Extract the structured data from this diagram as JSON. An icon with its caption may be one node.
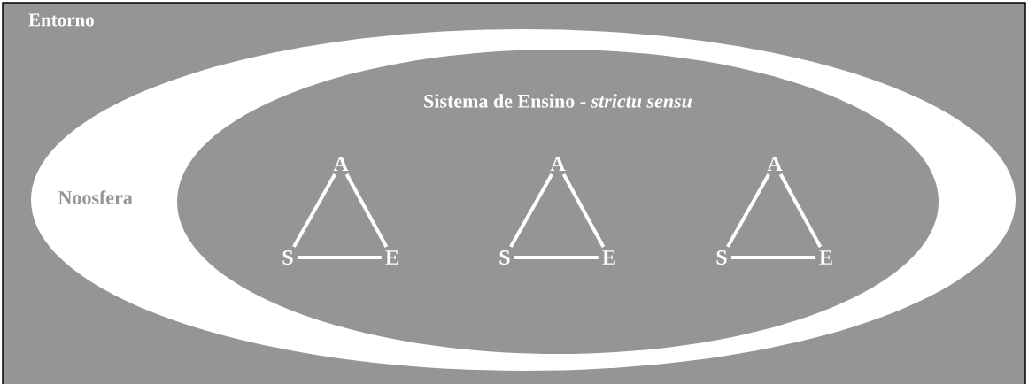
{
  "diagram": {
    "nodes": [
      {
        "text": [
          "Entorno"
        ]
      },
      {
        "text": [
          "Noosfera"
        ],
        "in": 0
      },
      {
        "text": [
          "Sistema de Ensino - *strictu sensu*"
        ],
        "in": 1
      },
      {
        "text": [
          "A"
        ],
        "in": 2
      },
      {
        "text": [
          "S"
        ],
        "in": 2
      },
      {
        "text": [
          "E"
        ],
        "in": 2
      },
      {
        "text": [
          "A"
        ],
        "in": 2
      },
      {
        "text": [
          "S"
        ],
        "in": 2
      },
      {
        "text": [
          "E"
        ],
        "in": 2
      },
      {
        "text": [
          "A"
        ],
        "in": 2
      },
      {
        "text": [
          "S"
        ],
        "in": 2
      },
      {
        "text": [
          "E"
        ],
        "in": 2
      }
    ],
    "edges": [
      {
        "from": 3,
        "to": 4,
        "arrow": "none"
      },
      {
        "from": 3,
        "to": 5,
        "arrow": "none"
      },
      {
        "from": 4,
        "to": 5,
        "arrow": "none"
      },
      {
        "from": 6,
        "to": 7,
        "arrow": "none"
      },
      {
        "from": 6,
        "to": 8,
        "arrow": "none"
      },
      {
        "from": 7,
        "to": 8,
        "arrow": "none"
      },
      {
        "from": 9,
        "to": 10,
        "arrow": "none"
      },
      {
        "from": 9,
        "to": 11,
        "arrow": "none"
      },
      {
        "from": 10,
        "to": 11,
        "arrow": "none"
      }
    ]
  }
}
